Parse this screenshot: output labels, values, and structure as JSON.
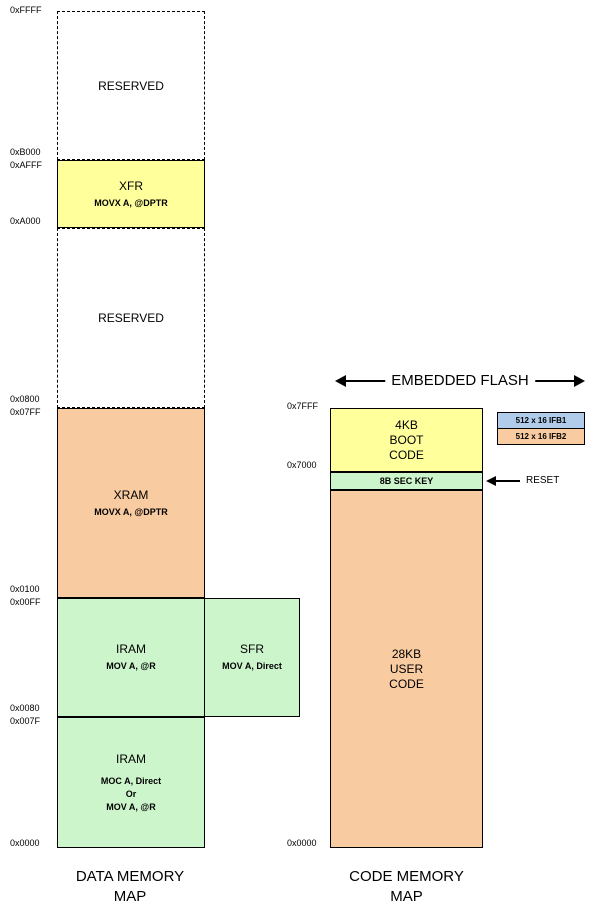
{
  "colors": {
    "yellow": "#FFFF9C",
    "orange": "#F8CBA0",
    "green": "#CCF5CC",
    "blue": "#B0CCEA",
    "border": "#000000"
  },
  "data_map": {
    "addresses": {
      "ffff": "0xFFFF",
      "b000": "0xB000",
      "afff": "0xAFFF",
      "a000": "0xA000",
      "h0800": "0x0800",
      "h07ff": "0x07FF",
      "h0100": "0x0100",
      "h00ff": "0x00FF",
      "h0080": "0x0080",
      "h007f": "0x007F",
      "h0000": "0x0000"
    },
    "blocks": {
      "reserved_upper": {
        "label": "RESERVED"
      },
      "xfr": {
        "label": "XFR",
        "sub": "MOVX A, @DPTR"
      },
      "reserved_lower": {
        "label": "RESERVED"
      },
      "xram": {
        "label": "XRAM",
        "sub": "MOVX A, @DPTR"
      },
      "iram_upper": {
        "label": "IRAM",
        "sub": "MOV A, @R"
      },
      "sfr": {
        "label": "SFR",
        "sub": "MOV A, Direct"
      },
      "iram_lower": {
        "label": "IRAM",
        "sub1": "MOC A, Direct",
        "sub2": "Or",
        "sub3": "MOV A, @R"
      }
    },
    "caption_line1": "DATA MEMORY",
    "caption_line2": "MAP"
  },
  "code_map": {
    "flash_header": "EMBEDDED FLASH",
    "addresses": {
      "h7fff": "0x7FFF",
      "h7000": "0x7000",
      "h0000": "0x0000"
    },
    "blocks": {
      "boot": {
        "line1": "4KB",
        "line2": "BOOT",
        "line3": "CODE"
      },
      "sec_key": {
        "label": "8B SEC KEY"
      },
      "user": {
        "line1": "28KB",
        "line2": "USER",
        "line3": "CODE"
      }
    },
    "reset_label": "RESET",
    "legend": [
      {
        "label": "512 x 16 IFB1"
      },
      {
        "label": "512 x 16 IFB2"
      }
    ],
    "caption_line1": "CODE MEMORY",
    "caption_line2": "MAP"
  }
}
